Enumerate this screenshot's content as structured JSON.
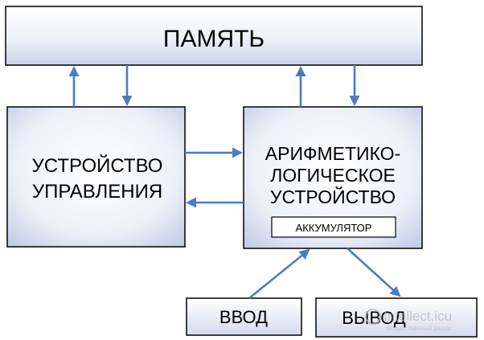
{
  "blocks": {
    "memory": "ПАМЯТЬ",
    "control_unit": [
      "УСТРОЙСТВО",
      "УПРАВЛЕНИЯ"
    ],
    "alu": [
      "АРИФМЕТИКО-",
      "ЛОГИЧЕСКОЕ",
      "УСТРОЙСТВО"
    ],
    "accumulator": "АККУМУЛЯТОР",
    "input": "ВВОД",
    "output": "ВЫВОД"
  },
  "watermark": {
    "main": "Intellect.icu",
    "sub": "Искусственный разум"
  },
  "colors": {
    "arrow": "#4a7ebb",
    "box_stroke": "#000000",
    "box_fill_light": "#ffffff",
    "box_fill_dark": "#c4cee6",
    "watermark": "#b8b8b8"
  }
}
